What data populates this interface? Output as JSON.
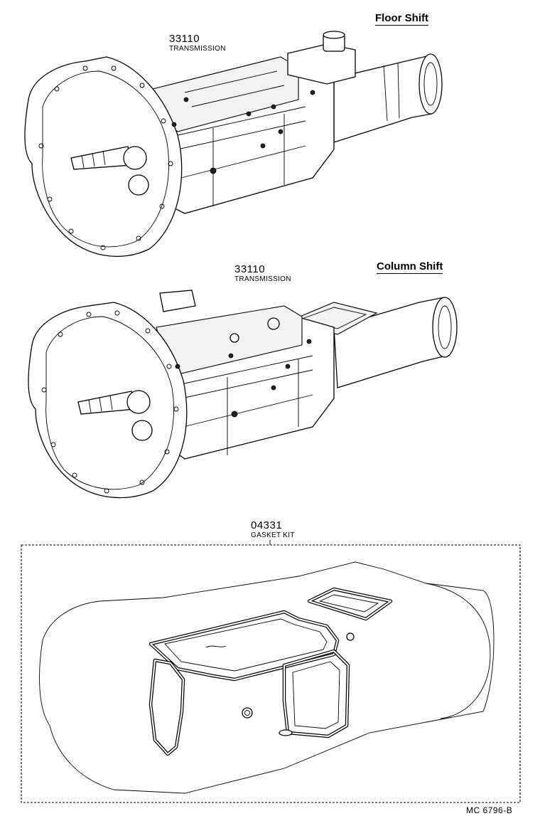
{
  "diagram": {
    "floor_shift": {
      "heading": "Floor Shift",
      "part_number": "33110",
      "part_name": "TRANSMISSION"
    },
    "column_shift": {
      "heading": "Column Shift",
      "part_number": "33110",
      "part_name": "TRANSMISSION"
    },
    "gasket_kit": {
      "part_number": "04331",
      "part_name": "GASKET KIT"
    },
    "drawing_code": "MC 6796-B"
  }
}
